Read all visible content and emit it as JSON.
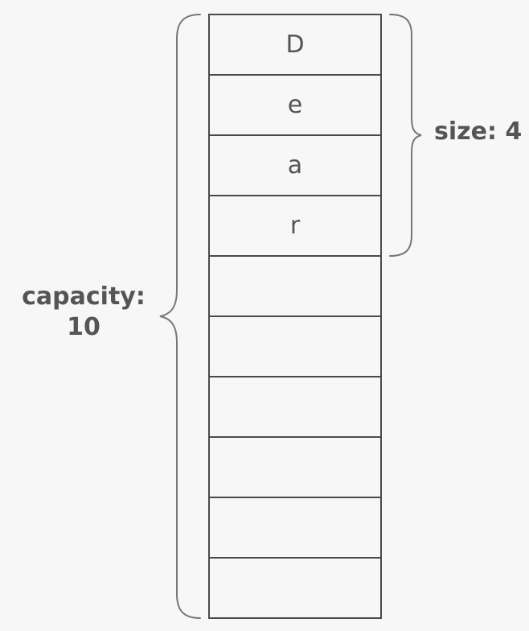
{
  "diagram": {
    "cells": [
      {
        "value": "D"
      },
      {
        "value": "e"
      },
      {
        "value": "a"
      },
      {
        "value": "r"
      },
      {
        "value": ""
      },
      {
        "value": ""
      },
      {
        "value": ""
      },
      {
        "value": ""
      },
      {
        "value": ""
      },
      {
        "value": ""
      }
    ],
    "size_label": "size: 4",
    "capacity_label_line1": "capacity:",
    "capacity_label_line2": "10",
    "colors": {
      "background": "#f7f7f7",
      "stroke": "#4a4a4a",
      "text": "#555555"
    }
  }
}
